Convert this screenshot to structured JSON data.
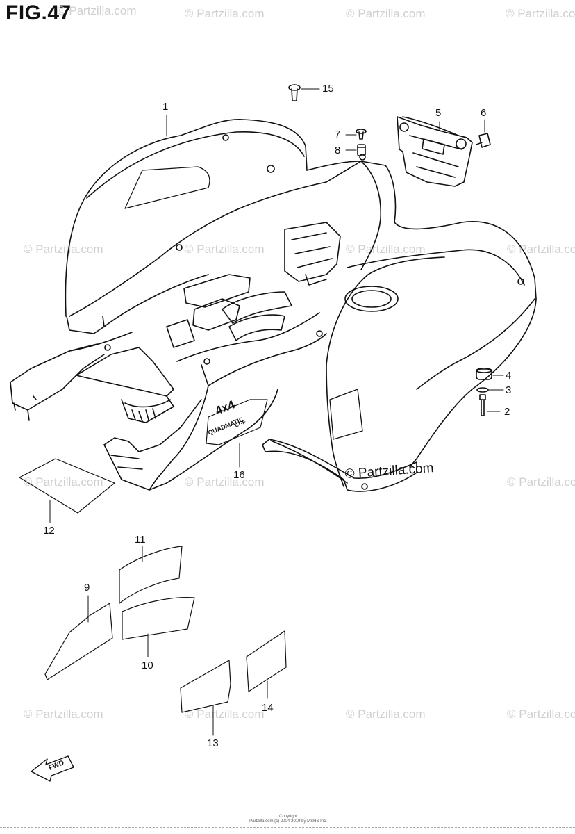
{
  "figure": {
    "title": "FIG.47"
  },
  "watermark": {
    "text": "© Partzilla.com",
    "main_text": "© Partzilla.com"
  },
  "callouts": [
    "1",
    "2",
    "3",
    "4",
    "5",
    "6",
    "7",
    "8",
    "9",
    "10",
    "11",
    "12",
    "13",
    "14",
    "15",
    "16"
  ],
  "fwd_label": "FWD",
  "decal_text": {
    "top": "4x4",
    "middle": "QUADMATIC",
    "small": "LT-F"
  },
  "copyright": {
    "line1": "Copyright",
    "line2": "Partzilla.com (c) 2004-2019 by MSHS Inc."
  }
}
